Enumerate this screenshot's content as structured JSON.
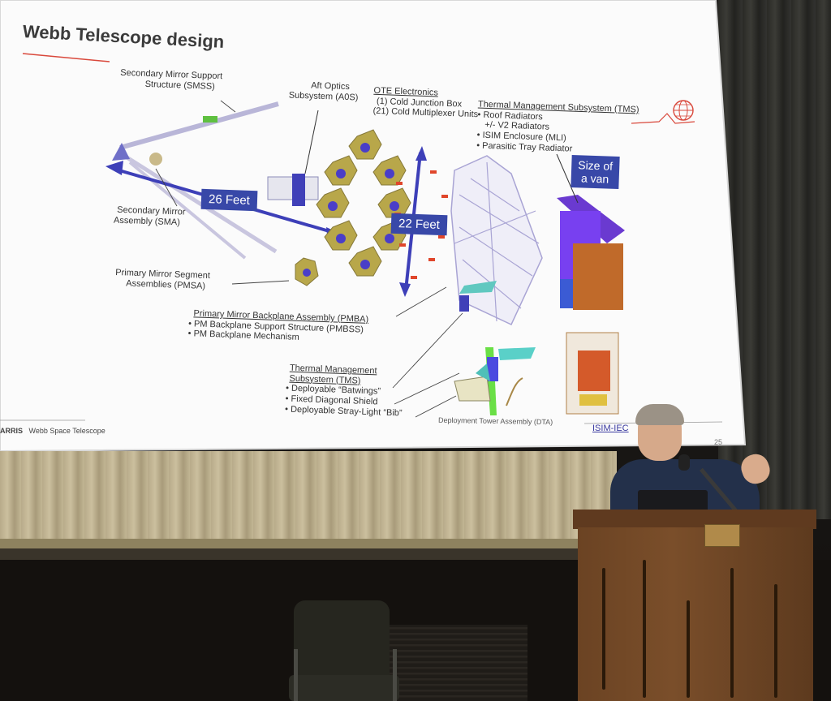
{
  "slide": {
    "title": "Webb Telescope design",
    "labels": {
      "smss": [
        "Secondary Mirror Support",
        "Structure (SMSS)"
      ],
      "aos": [
        "Aft Optics",
        "Subsystem (A0S)"
      ],
      "ote": [
        "OTE Electronics",
        "(1) Cold Junction Box",
        "(21) Cold Multiplexer Units"
      ],
      "tms_top": "Thermal Management Subsystem (TMS)",
      "tms_top_bullets": [
        "Roof Radiators",
        "+/- V2 Radiators",
        "ISIM Enclosure (MLI)",
        "Parasitic Tray Radiator"
      ],
      "sma": [
        "Secondary Mirror",
        "Assembly (SMA)"
      ],
      "pmsa": [
        "Primary Mirror Segment",
        "Assemblies (PMSA)"
      ],
      "pmba": "Primary Mirror Backplane Assembly (PMBA)",
      "pmba_bullets": [
        "PM Backplane Support Structure (PMBSS)",
        "PM Backplane Mechanism"
      ],
      "tms_bottom": [
        "Thermal Management",
        "Subsystem (TMS)"
      ],
      "tms_bottom_bullets": [
        "Deployable “Batwings”",
        "Fixed Diagonal Shield",
        "Deployable Stray-Light “Bib”"
      ],
      "dta": "Deployment Tower Assembly (DTA)",
      "isim": "ISIM-IEC"
    },
    "callouts": {
      "feet26": "26 Feet",
      "feet22": "22 Feet",
      "van": [
        "Size of",
        "a van"
      ]
    },
    "footer": {
      "brand": "ARRIS",
      "project": "Webb Space Telescope",
      "page": "25"
    },
    "colors": {
      "accent_red": "#d9483b",
      "callout_blue": "#3848a8",
      "arrow_blue": "#3d3fb8"
    }
  }
}
